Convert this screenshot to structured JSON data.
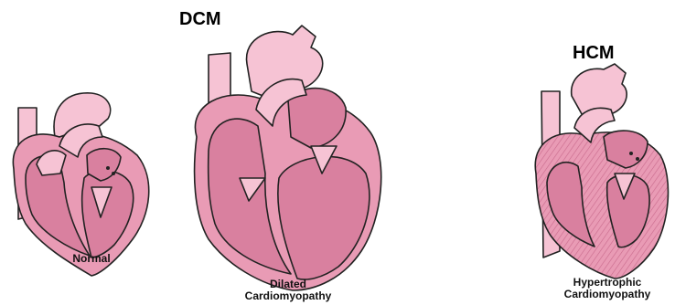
{
  "tags": {
    "dcm": "DCM",
    "hcm": "HCM"
  },
  "captions": {
    "normal": "Normal",
    "dilated_line1": "Dilated",
    "dilated_line2": "Cardiomyopathy",
    "hypertrophic_line1": "Hypertrophic",
    "hypertrophic_line2": "Cardiomyopathy"
  },
  "colors": {
    "muscle": "#e99bb5",
    "chamber": "#d9809f",
    "vessel": "#f6c3d4",
    "outline": "#222222"
  }
}
